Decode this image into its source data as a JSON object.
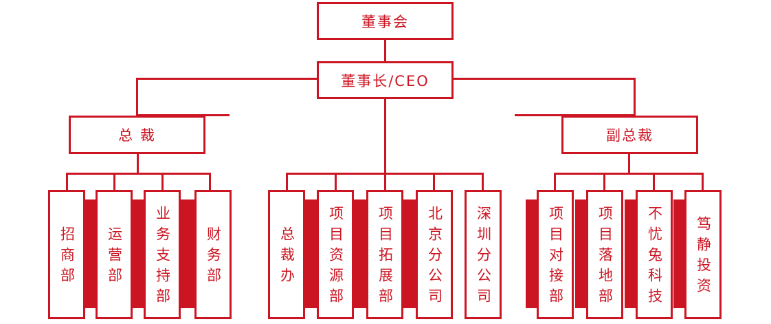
{
  "chart_title": "",
  "theme": {
    "line_color": "#CC1522",
    "text_color": "#CC1522",
    "bar_color": "#CC1522",
    "box_fill": "#FFFFFF",
    "page_background": "#FFFFFF"
  },
  "org_chart": {
    "type": "diagram",
    "orientation": "top-down",
    "levels": [
      {
        "level": 1,
        "nodes": [
          {
            "id": "board",
            "label": "董事会"
          }
        ]
      },
      {
        "level": 2,
        "nodes": [
          {
            "id": "chairman",
            "label": "董事长/CEO"
          }
        ]
      },
      {
        "level": 3,
        "nodes": [
          {
            "id": "president",
            "label": "总 裁",
            "parent": "chairman"
          },
          {
            "id": "vice_president",
            "label": "副总裁",
            "parent": "chairman"
          }
        ]
      },
      {
        "level": 4,
        "groups": [
          {
            "id": "president_group",
            "parent": "president",
            "nodes": [
              {
                "id": "zhaoshang",
                "label": "招商部"
              },
              {
                "id": "yunying",
                "label": "运营部"
              },
              {
                "id": "yewuzhichi",
                "label": "业务支持部"
              },
              {
                "id": "caiwu",
                "label": "财务部"
              }
            ]
          },
          {
            "id": "ceo_group",
            "parent": "chairman",
            "nodes": [
              {
                "id": "zongcaiban",
                "label": "总裁办"
              },
              {
                "id": "xiangmuziyuan",
                "label": "项目资源部"
              },
              {
                "id": "xiangmutuozhan",
                "label": "项目拓展部"
              },
              {
                "id": "beijing",
                "label": "北京分公司"
              },
              {
                "id": "shenzhen",
                "label": "深圳分公司"
              }
            ]
          },
          {
            "id": "vp_group",
            "parent": "vice_president",
            "nodes": [
              {
                "id": "xiangmuduijie",
                "label": "项目对接部"
              },
              {
                "id": "xiangmuluodi",
                "label": "项目落地部"
              },
              {
                "id": "buyoutu",
                "label": "不忧兔科技"
              },
              {
                "id": "dujing",
                "label": "笃静投资"
              }
            ]
          }
        ]
      }
    ]
  }
}
